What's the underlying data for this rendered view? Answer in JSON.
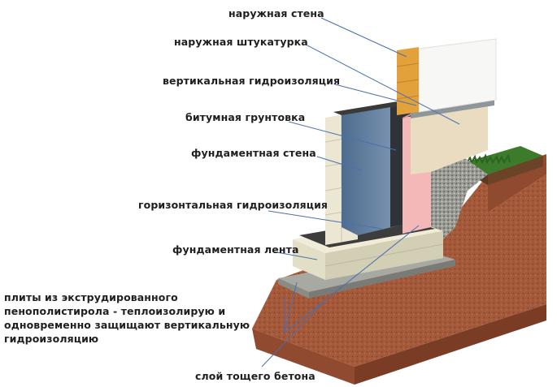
{
  "labels": {
    "outer_wall": "наружная стена",
    "outer_plaster": "наружная штукатурка",
    "vertical_waterproofing": "вертикальная гидроизоляция",
    "bitumen_primer": "битумная грунтовка",
    "foundation_wall": "фундаментная стена",
    "horizontal_waterproofing": "горизонтальная гидроизоляция",
    "foundation_strip": "фундаментная лента",
    "xps_boards": "плиты из экструдированного пенополистирола - теплоизолирую и одновременно защищают вертикальную гидроизоляцию",
    "lean_concrete": "слой тощего бетона"
  },
  "colors": {
    "leader_line": "#4a6fb0",
    "soil": "#a0573a",
    "insulation": "#f2b6b6",
    "waterproofing": "#5d7896",
    "block": "#e9e5cf",
    "brick": "#e3a13c",
    "grass": "#3c7a2c"
  }
}
